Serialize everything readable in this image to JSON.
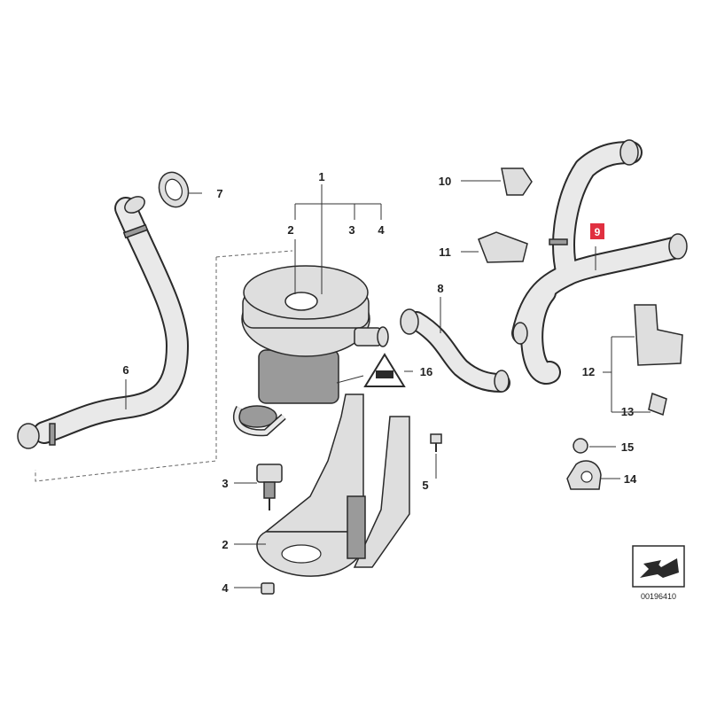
{
  "callouts": {
    "c1": "1",
    "c2_top": "2",
    "c3_top": "3",
    "c4_top": "4",
    "c5": "5",
    "c6": "6",
    "c7": "7",
    "c8": "8",
    "c9": "9",
    "c10": "10",
    "c11": "11",
    "c12": "12",
    "c13": "13",
    "c14": "14",
    "c15": "15",
    "c16": "16",
    "c3_low": "3",
    "c2_low": "2",
    "c4_low": "4"
  },
  "highlight": {
    "part_number": "9",
    "color": "#e03040"
  },
  "warning_icon": {
    "icon": "warning-triangle-icon"
  },
  "diagram_code": "00196410",
  "corner_icon": {
    "icon": "arrow-sheet-icon"
  }
}
